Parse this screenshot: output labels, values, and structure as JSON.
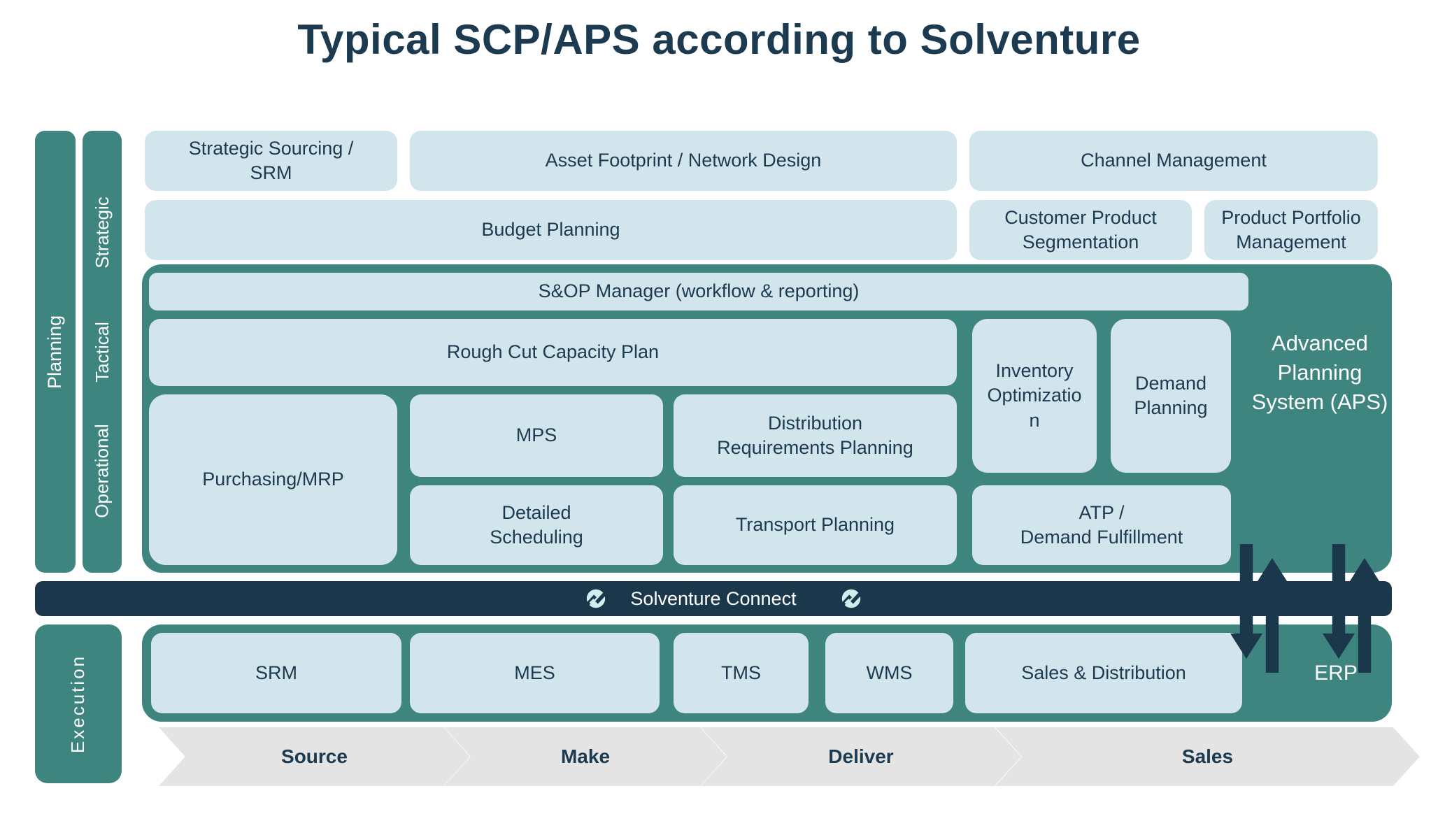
{
  "title": "Typical SCP/APS according to Solventure",
  "colors": {
    "teal": "#3E857F",
    "navy": "#1A374B",
    "light": "#D3E5EC",
    "gray": "#E4E4E4",
    "text": "#1C3A50",
    "mint": "#CDEFF0"
  },
  "sidebar": {
    "planning_label": "Planning",
    "levels": [
      "Strategic",
      "Tactical",
      "Operational"
    ],
    "execution_label": "Execution"
  },
  "top_rows": {
    "strategic_sourcing": "Strategic Sourcing /\nSRM",
    "asset_footprint": "Asset Footprint / Network Design",
    "channel_management": "Channel Management",
    "budget_planning": "Budget Planning",
    "customer_segmentation": "Customer Product\nSegmentation",
    "product_portfolio": "Product Portfolio\nManagement"
  },
  "aps": {
    "title": "Advanced Planning System (APS)",
    "sop_manager": "S&OP Manager (workflow & reporting)",
    "rough_cut": "Rough Cut Capacity Plan",
    "inventory_optimization": "Inventory Optimization",
    "demand_planning": "Demand Planning",
    "purchasing_mrp": "Purchasing/MRP",
    "mps": "MPS",
    "drp": "Distribution\nRequirements Planning",
    "detailed_scheduling": "Detailed\nScheduling",
    "transport_planning": "Transport Planning",
    "atp": "ATP /\nDemand Fulfillment"
  },
  "connect": {
    "label": "Solventure Connect"
  },
  "execution": {
    "srm": "SRM",
    "mes": "MES",
    "tms": "TMS",
    "wms": "WMS",
    "sales_distribution": "Sales & Distribution",
    "erp": "ERP"
  },
  "scor_flow": {
    "source": "Source",
    "make": "Make",
    "deliver": "Deliver",
    "sales": "Sales"
  }
}
